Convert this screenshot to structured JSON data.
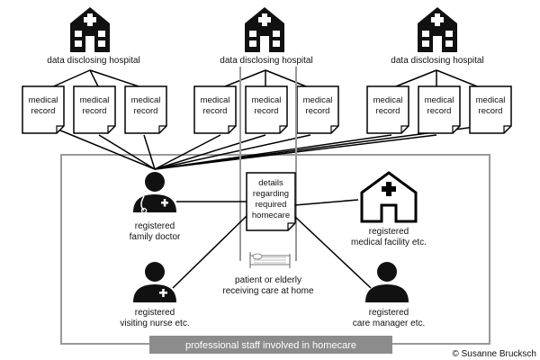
{
  "hospitals": [
    {
      "label": "data disclosing hospital",
      "records": [
        {
          "line1": "medical",
          "line2": "record"
        },
        {
          "line1": "medical",
          "line2": "record"
        },
        {
          "line1": "medical",
          "line2": "record"
        }
      ]
    },
    {
      "label": "data disclosing hospital",
      "records": [
        {
          "line1": "medical",
          "line2": "record"
        },
        {
          "line1": "medical",
          "line2": "record"
        },
        {
          "line1": "medical",
          "line2": "record"
        }
      ]
    },
    {
      "label": "data disclosing hospital",
      "records": [
        {
          "line1": "medical",
          "line2": "record"
        },
        {
          "line1": "medical",
          "line2": "record"
        },
        {
          "line1": "medical",
          "line2": "record"
        }
      ]
    }
  ],
  "center_doc": {
    "lines": [
      "details",
      "regarding",
      "required",
      "homecare"
    ]
  },
  "patient": {
    "line1": "patient or elderly",
    "line2": "receiving care at home"
  },
  "roles": {
    "family_doctor": {
      "line1": "registered",
      "line2": "family doctor"
    },
    "medical_facility": {
      "line1": "registered",
      "line2": "medical facility etc."
    },
    "visiting_nurse": {
      "line1": "registered",
      "line2": "visiting nurse etc."
    },
    "care_manager": {
      "line1": "registered",
      "line2": "care manager etc."
    }
  },
  "band": {
    "label": "professional staff involved in homecare",
    "color": "#8c8c8c"
  },
  "copyright": "© Susanne Brucksch",
  "icons": [
    "hospital-icon",
    "document-icon",
    "doctor-icon",
    "medical-facility-icon",
    "nurse-icon",
    "care-manager-icon",
    "bed-icon"
  ]
}
